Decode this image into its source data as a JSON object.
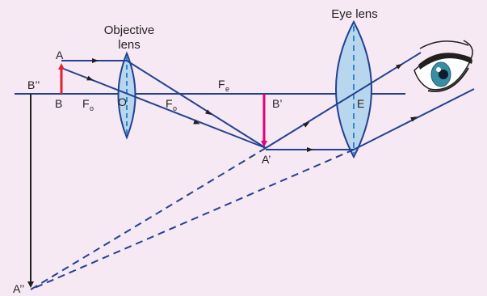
{
  "colors": {
    "background": "#f6e9f3",
    "ray": "#24418f",
    "axis": "#24418f",
    "lens_fill": "#b8d7ef",
    "lens_dash": "#2f86c8",
    "object_arrow": "#e0232f",
    "image_arrow": "#e4007c",
    "final_image": "#231f20"
  },
  "labels": {
    "objective_line1": "Objective",
    "objective_line2": "lens",
    "eye_lens": "Eye lens",
    "point_a": "A",
    "point_b": "B",
    "point_o": "O",
    "focus_o_1": "F",
    "focus_o_1_sub": "o",
    "focus_o_2": "F",
    "focus_o_2_sub": "o",
    "focus_e": "F",
    "focus_e_sub": "e",
    "point_b_prime": "B’",
    "point_a_prime": "A’",
    "point_e": "E",
    "point_b_double": "B’’",
    "point_a_double": "A’’"
  },
  "icons": {
    "eye": "eye-icon",
    "arrowhead": "arrowhead-icon"
  }
}
